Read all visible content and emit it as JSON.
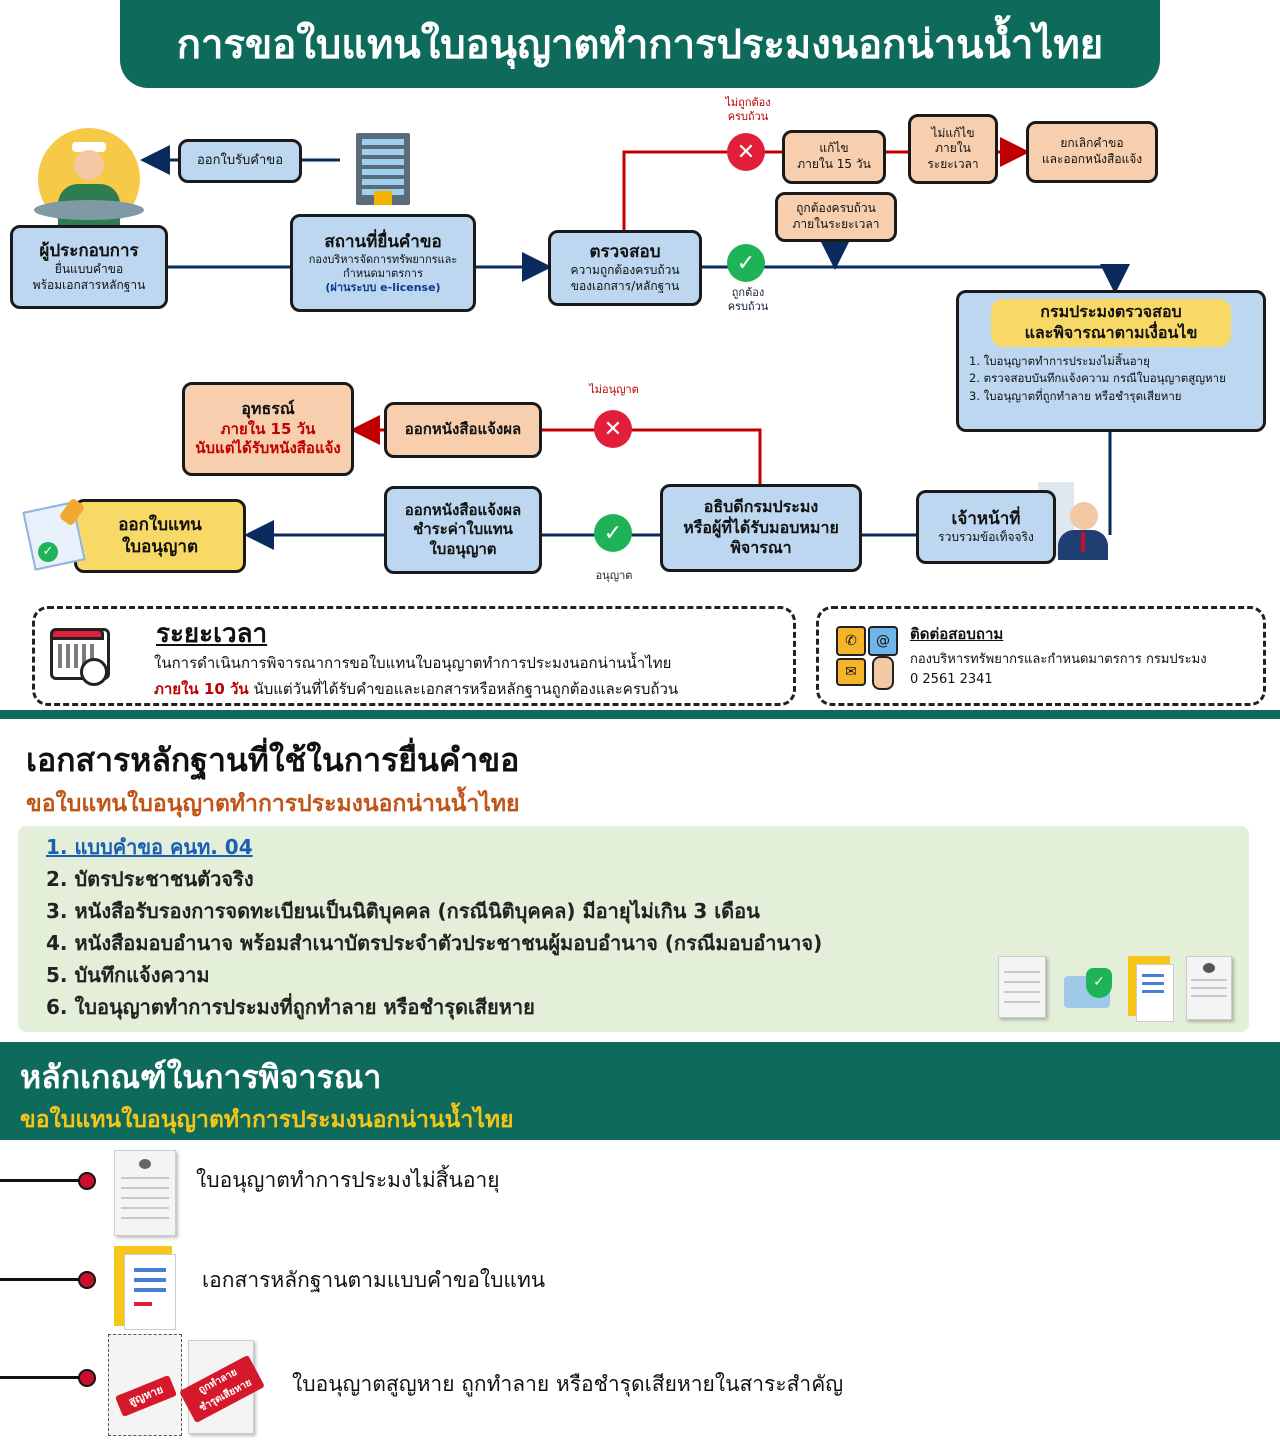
{
  "title": "การขอใบแทนใบอนุญาตทำการประมงนอกน่านน้ำไทย",
  "flow": {
    "receipt": "ออกใบรับคำขอ",
    "operator_title": "ผู้ประกอบการ",
    "operator_sub1": "ยื่นแบบคำขอ",
    "operator_sub2": "พร้อมเอกสารหลักฐาน",
    "office_title": "สถานที่ยื่นคำขอ",
    "office_sub1": "กองบริหารจัดการทรัพยากรและ",
    "office_sub2": "กำหนดมาตรการ",
    "office_sub3": "(ผ่านระบบ e-license)",
    "check_title": "ตรวจสอบ",
    "check_sub1": "ความถูกต้องครบถ้วน",
    "check_sub2": "ของเอกสาร/หลักฐาน",
    "incomplete_label1": "ไม่ถูกต้อง",
    "incomplete_label2": "ครบถ้วน",
    "fix_line1": "แก้ไข",
    "fix_line2": "ภายใน 15 วัน",
    "nofix_line1": "ไม่แก้ไข",
    "nofix_line2": "ภายใน",
    "nofix_line3": "ระยะเวลา",
    "cancel_line1": "ยกเลิกคำขอ",
    "cancel_line2": "และออกหนังสือแจ้ง",
    "fixed_line1": "ถูกต้องครบถ้วน",
    "fixed_line2": "ภายในระยะเวลา",
    "complete_label1": "ถูกต้อง",
    "complete_label2": "ครบถ้วน",
    "dept_title1": "กรมประมงตรวจสอบ",
    "dept_title2": "และพิจารณาตามเงื่อนไข",
    "dept_items": [
      "1. ใบอนุญาตทำการประมงไม่สิ้นอายุ",
      "2. ตรวจสอบบันทึกแจ้งความ กรณีใบอนุญาตสูญหาย",
      "3. ใบอนุญาตที่ถูกทำลาย หรือชำรุดเสียหาย"
    ],
    "officer_title": "เจ้าหน้าที่",
    "officer_sub": "รวบรวมข้อเท็จจริง",
    "director_line1": "อธิบดีกรมประมง",
    "director_line2": "หรือผู้ที่ได้รับมอบหมาย",
    "director_line3": "พิจารณา",
    "denied_label": "ไม่อนุญาต",
    "notify_result": "ออกหนังสือแจ้งผล",
    "appeal_line1": "อุทธรณ์",
    "appeal_line2": "ภายใน 15 วัน",
    "appeal_line3": "นับแต่ได้รับหนังสือแจ้ง",
    "approved_label": "อนุญาต",
    "notify_pay_line1": "ออกหนังสือแจ้งผล",
    "notify_pay_line2": "ชำระค่าใบแทน",
    "notify_pay_line3": "ใบอนุญาต",
    "issue_line1": "ออกใบแทน",
    "issue_line2": "ใบอนุญาต"
  },
  "duration": {
    "heading": "ระยะเวลา",
    "line1": "ในการดำเนินการพิจารณาการขอใบแทนใบอนุญาตทำการประมงนอกน่านน้ำไทย",
    "line2_red": "ภายใน 10 วัน",
    "line2_rest": " นับแต่วันที่ได้รับคำขอและเอกสารหรือหลักฐานถูกต้องและครบถ้วน"
  },
  "contact": {
    "heading": "ติดต่อสอบถาม",
    "org": "กองบริหารทรัพยากรและกำหนดมาตรการ กรมประมง",
    "phone": "0 2561 2341"
  },
  "documents": {
    "heading": "เอกสารหลักฐานที่ใช้ในการยื่นคำขอ",
    "subheading": "ขอใบแทนใบอนุญาตทำการประมงนอกน่านน้ำไทย",
    "link_item": "1. แบบคำขอ คนท. 04",
    "items": [
      "2. บัตรประชาชนตัวจริง",
      "3. หนังสือรับรองการจดทะเบียนเป็นนิติบุคคล (กรณีนิติบุคคล) มีอายุไม่เกิน 3 เดือน",
      "4. หนังสือมอบอำนาจ พร้อมสำเนาบัตรประจำตัวประชาชนผู้มอบอำนาจ (กรณีมอบอำนาจ)",
      "5. บันทึกแจ้งความ",
      "6. ใบอนุญาตทำการประมงที่ถูกทำลาย หรือชำรุดเสียหาย"
    ]
  },
  "criteria": {
    "heading": "หลักเกณฑ์ในการพิจารณา",
    "subheading": "ขอใบแทนใบอนุญาตทำการประมงนอกน่านน้ำไทย",
    "items": [
      "ใบอนุญาตทำการประมงไม่สิ้นอายุ",
      "เอกสารหลักฐานตามแบบคำขอใบแทน",
      "ใบอนุญาตสูญหาย ถูกทำลาย หรือชำรุดเสียหายในสาระสำคัญ"
    ],
    "stamp_lost": "สูญหาย",
    "stamp_damaged1": "ถูกทำลาย",
    "stamp_damaged2": "ชำรุดเสียหาย"
  },
  "colors": {
    "teal": "#0e6b5c",
    "navy": "#0b2a5e",
    "red": "#c00000",
    "orange_heading": "#c0551a",
    "yellow_heading": "#f5c518"
  }
}
